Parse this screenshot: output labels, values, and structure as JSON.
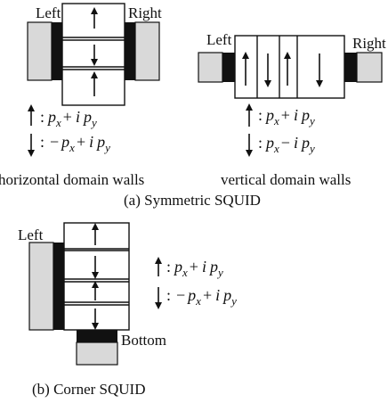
{
  "symmetric": {
    "horizontal": {
      "left_label": "Left",
      "right_label": "Right",
      "domains": [
        "up",
        "down",
        "up"
      ],
      "caption": "horizontal domain walls"
    },
    "vertical": {
      "left_label": "Left",
      "right_label": "Right",
      "domains": [
        "up",
        "down",
        "up",
        "down"
      ],
      "caption": "vertical domain walls"
    },
    "caption": "(a) Symmetric SQUID",
    "legend_h": {
      "up": {
        "sym": ":",
        "p1": "p",
        "s1": "x",
        "op": "+",
        "i": "i",
        "p2": "p",
        "s2": "y"
      },
      "down": {
        "sym": ":",
        "neg": "−",
        "p1": "p",
        "s1": "x",
        "op": "+",
        "i": "i",
        "p2": "p",
        "s2": "y"
      }
    },
    "legend_v": {
      "up": {
        "sym": ":",
        "p1": "p",
        "s1": "x",
        "op": "+",
        "i": "i",
        "p2": "p",
        "s2": "y"
      },
      "down": {
        "sym": ":",
        "p1": "p",
        "s1": "x",
        "op": "−",
        "i": "i",
        "p2": "p",
        "s2": "y"
      }
    }
  },
  "corner": {
    "left_label": "Left",
    "bottom_label": "Bottom",
    "domains": [
      "up",
      "down",
      "up",
      "down"
    ],
    "caption": "(b) Corner SQUID",
    "legend": {
      "up": {
        "sym": ":",
        "p1": "p",
        "s1": "x",
        "op": "+",
        "i": "i",
        "p2": "p",
        "s2": "y"
      },
      "down": {
        "sym": ":",
        "neg": "−",
        "p1": "p",
        "s1": "x",
        "op": "+",
        "i": "i",
        "p2": "p",
        "s2": "y"
      }
    }
  }
}
